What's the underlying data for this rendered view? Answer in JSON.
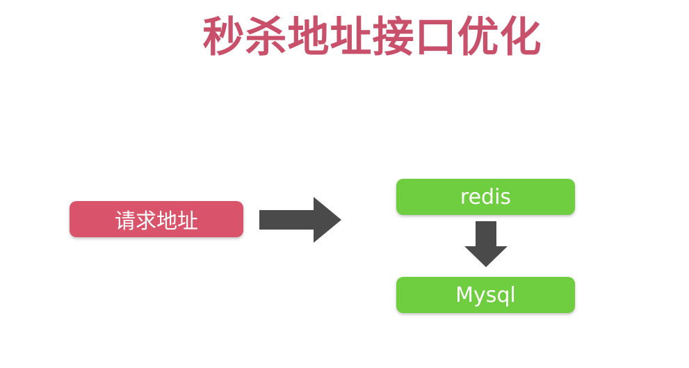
{
  "title": "秒杀地址接口优化",
  "nodes": {
    "request": "请求地址",
    "redis": "redis",
    "mysql": "Mysql"
  },
  "colors": {
    "title": "#c9506a",
    "request_box": "#d9536a",
    "green_box": "#6fce3f",
    "arrow": "#4a4a4a"
  }
}
